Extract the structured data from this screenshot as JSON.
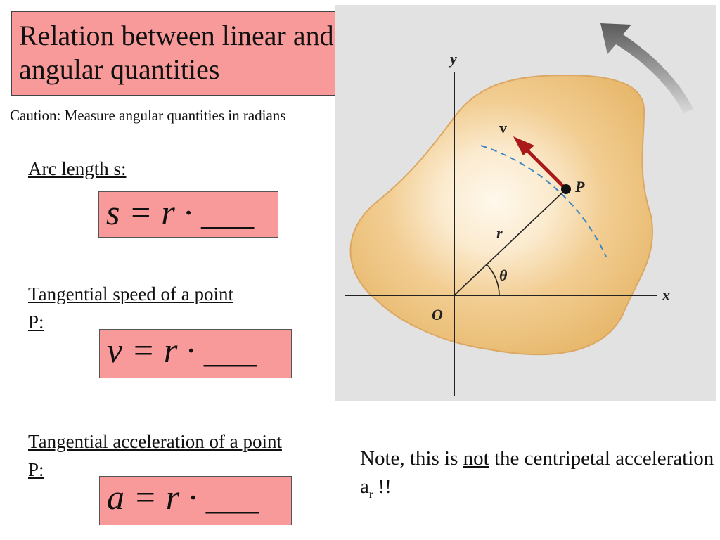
{
  "slide": {
    "title": "Relation between linear and angular quantities",
    "caution": "Caution: Measure angular quantities in radians",
    "sections": [
      {
        "label": "Arc length s:",
        "equation": "s = r · ___"
      },
      {
        "label": "Tangential speed of a point P:",
        "equation": "v = r · ___"
      },
      {
        "label": "Tangential acceleration of a point P:",
        "equation": "a = r · ___"
      }
    ],
    "note": {
      "before": "Note, this is ",
      "emph": "not",
      "after": " the centripetal acceleration a",
      "subscript": "r",
      "end": " !!"
    }
  },
  "figure": {
    "labels": {
      "y": "y",
      "x": "x",
      "origin": "O",
      "point": "P",
      "velocity": "v",
      "radius": "r",
      "angle": "θ"
    },
    "colors": {
      "background": "#e2e2e2",
      "body_outer": "#e7b86c",
      "body_inner": "#fff8ec",
      "vector": "#aa1a1a",
      "path": "#3c86c3",
      "arrow": "#6f6f6f"
    }
  }
}
